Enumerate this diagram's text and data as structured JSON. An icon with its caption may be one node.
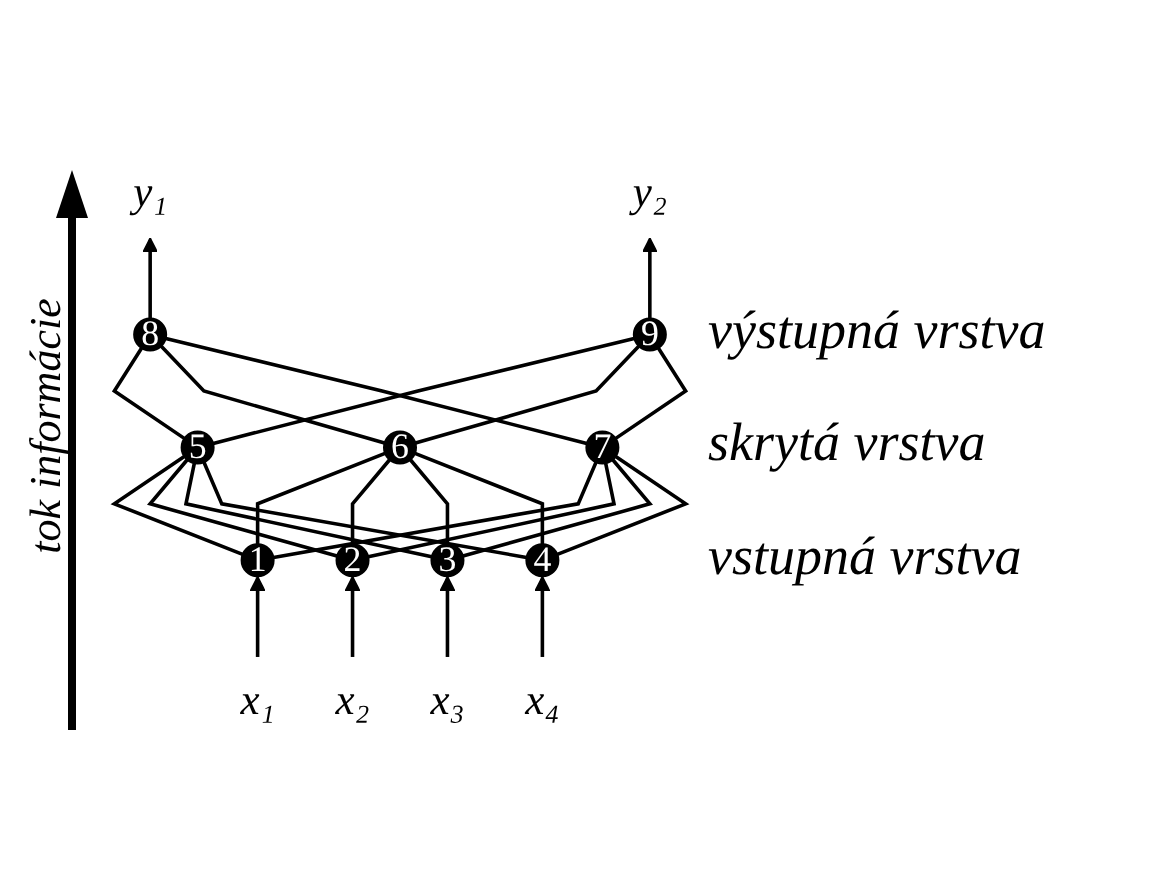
{
  "diagram": {
    "nodes": [
      {
        "text": [
          "x₁"
        ]
      },
      {
        "text": [
          "x₂"
        ]
      },
      {
        "text": [
          "x₃"
        ]
      },
      {
        "text": [
          "x₄"
        ]
      },
      {
        "text": [
          "1"
        ]
      },
      {
        "text": [
          "2"
        ]
      },
      {
        "text": [
          "3"
        ]
      },
      {
        "text": [
          "4"
        ]
      },
      {
        "text": [
          "5"
        ]
      },
      {
        "text": [
          "6"
        ]
      },
      {
        "text": [
          "7"
        ]
      },
      {
        "text": [
          "8"
        ]
      },
      {
        "text": [
          "9"
        ]
      },
      {
        "text": [
          "y₁"
        ]
      },
      {
        "text": [
          "y₂"
        ]
      }
    ],
    "edges": [
      {
        "from": 0,
        "to": 4,
        "arrow": "to"
      },
      {
        "from": 1,
        "to": 5,
        "arrow": "to"
      },
      {
        "from": 2,
        "to": 6,
        "arrow": "to"
      },
      {
        "from": 3,
        "to": 7,
        "arrow": "to"
      },
      {
        "from": 4,
        "to": 8,
        "arrow": "none"
      },
      {
        "from": 4,
        "to": 9,
        "arrow": "none"
      },
      {
        "from": 4,
        "to": 10,
        "arrow": "none"
      },
      {
        "from": 5,
        "to": 8,
        "arrow": "none"
      },
      {
        "from": 5,
        "to": 9,
        "arrow": "none"
      },
      {
        "from": 5,
        "to": 10,
        "arrow": "none"
      },
      {
        "from": 6,
        "to": 8,
        "arrow": "none"
      },
      {
        "from": 6,
        "to": 9,
        "arrow": "none"
      },
      {
        "from": 6,
        "to": 10,
        "arrow": "none"
      },
      {
        "from": 7,
        "to": 8,
        "arrow": "none"
      },
      {
        "from": 7,
        "to": 9,
        "arrow": "none"
      },
      {
        "from": 7,
        "to": 10,
        "arrow": "none"
      },
      {
        "from": 8,
        "to": 11,
        "arrow": "none"
      },
      {
        "from": 8,
        "to": 12,
        "arrow": "none"
      },
      {
        "from": 9,
        "to": 11,
        "arrow": "none"
      },
      {
        "from": 9,
        "to": 12,
        "arrow": "none"
      },
      {
        "from": 10,
        "to": 11,
        "arrow": "none"
      },
      {
        "from": 10,
        "to": 12,
        "arrow": "none"
      },
      {
        "from": 11,
        "to": 13,
        "arrow": "to"
      },
      {
        "from": 12,
        "to": 14,
        "arrow": "to"
      }
    ],
    "labels": [
      "tok informácie",
      "výstupná vrstva",
      "skrytá vrstva",
      "vstupná vrstva"
    ]
  }
}
